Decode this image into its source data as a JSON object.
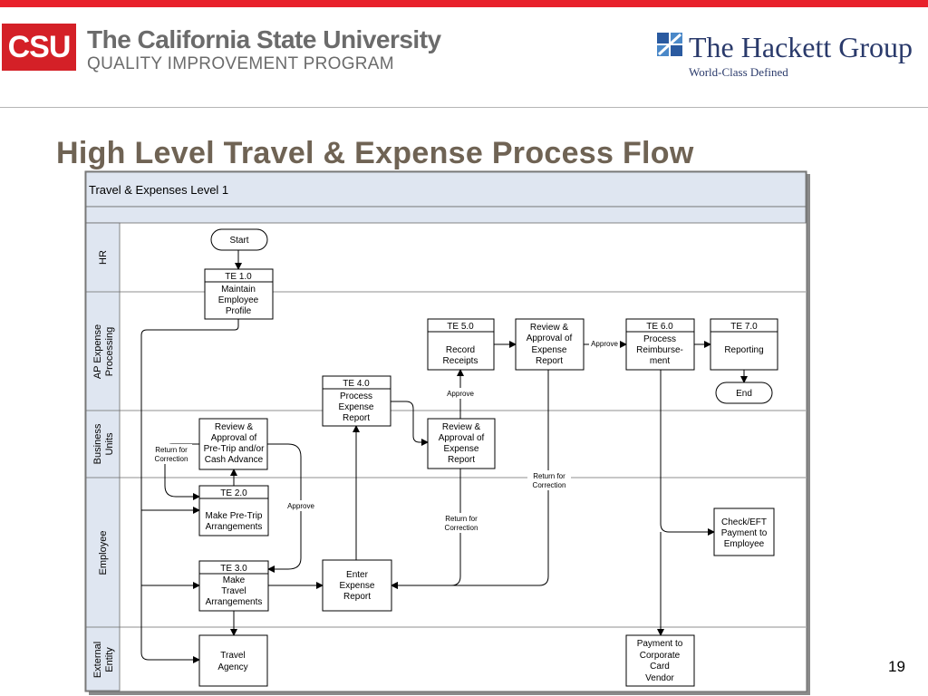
{
  "header": {
    "csu_logo": "CSU",
    "csu_title": "The California State University",
    "csu_subtitle": "QUALITY IMPROVEMENT PROGRAM",
    "hackett_title": "The Hackett Group",
    "hackett_subtitle": "World-Class Defined"
  },
  "slide": {
    "title": "High Level Travel & Expense Process Flow",
    "page_number": "19"
  },
  "diagram": {
    "title": "Travel & Expenses Level 1",
    "lanes": {
      "hr": "HR",
      "ap_1": "AP Expense",
      "ap_2": "Processing",
      "bu_1": "Business",
      "bu_2": "Units",
      "employee": "Employee",
      "ext_1": "External",
      "ext_2": "Entity"
    },
    "nodes": {
      "start": "Start",
      "end": "End",
      "te1": [
        "TE 1.0",
        "Maintain",
        "Employee",
        "Profile"
      ],
      "te5": [
        "TE 5.0",
        "Record",
        "Receipts"
      ],
      "review_ap": [
        "Review &",
        "Approval of",
        "Expense",
        "Report"
      ],
      "te6": [
        "TE 6.0",
        "Process",
        "Reimburse-",
        "ment"
      ],
      "te7": [
        "TE 7.0",
        "Reporting"
      ],
      "te4": [
        "TE 4.0",
        "Process",
        "Expense",
        "Report"
      ],
      "review_pretrip": [
        "Review &",
        "Approval of",
        "Pre-Trip and/or",
        "Cash Advance"
      ],
      "review_bu": [
        "Review &",
        "Approval of",
        "Expense",
        "Report"
      ],
      "te2": [
        "TE 2.0",
        "Make Pre-Trip",
        "Arrangements"
      ],
      "te3": [
        "TE 3.0",
        "Make",
        "Travel",
        "Arrangements"
      ],
      "enter_report": [
        "Enter",
        "Expense",
        "Report"
      ],
      "check_eft": [
        "Check/EFT",
        "Payment to",
        "Employee"
      ],
      "travel_agency": [
        "Travel",
        "Agency"
      ],
      "payment_vendor": [
        "Payment to",
        "Corporate",
        "Card",
        "Vendor"
      ]
    },
    "labels": {
      "approve_ap": "Approve",
      "approve_te5": "Approve",
      "approve_pretrip": "Approve",
      "return1": [
        "Return for",
        "Correction"
      ],
      "return2": [
        "Return for",
        "Correction"
      ],
      "return3": [
        "Return for",
        "Correction"
      ]
    }
  }
}
